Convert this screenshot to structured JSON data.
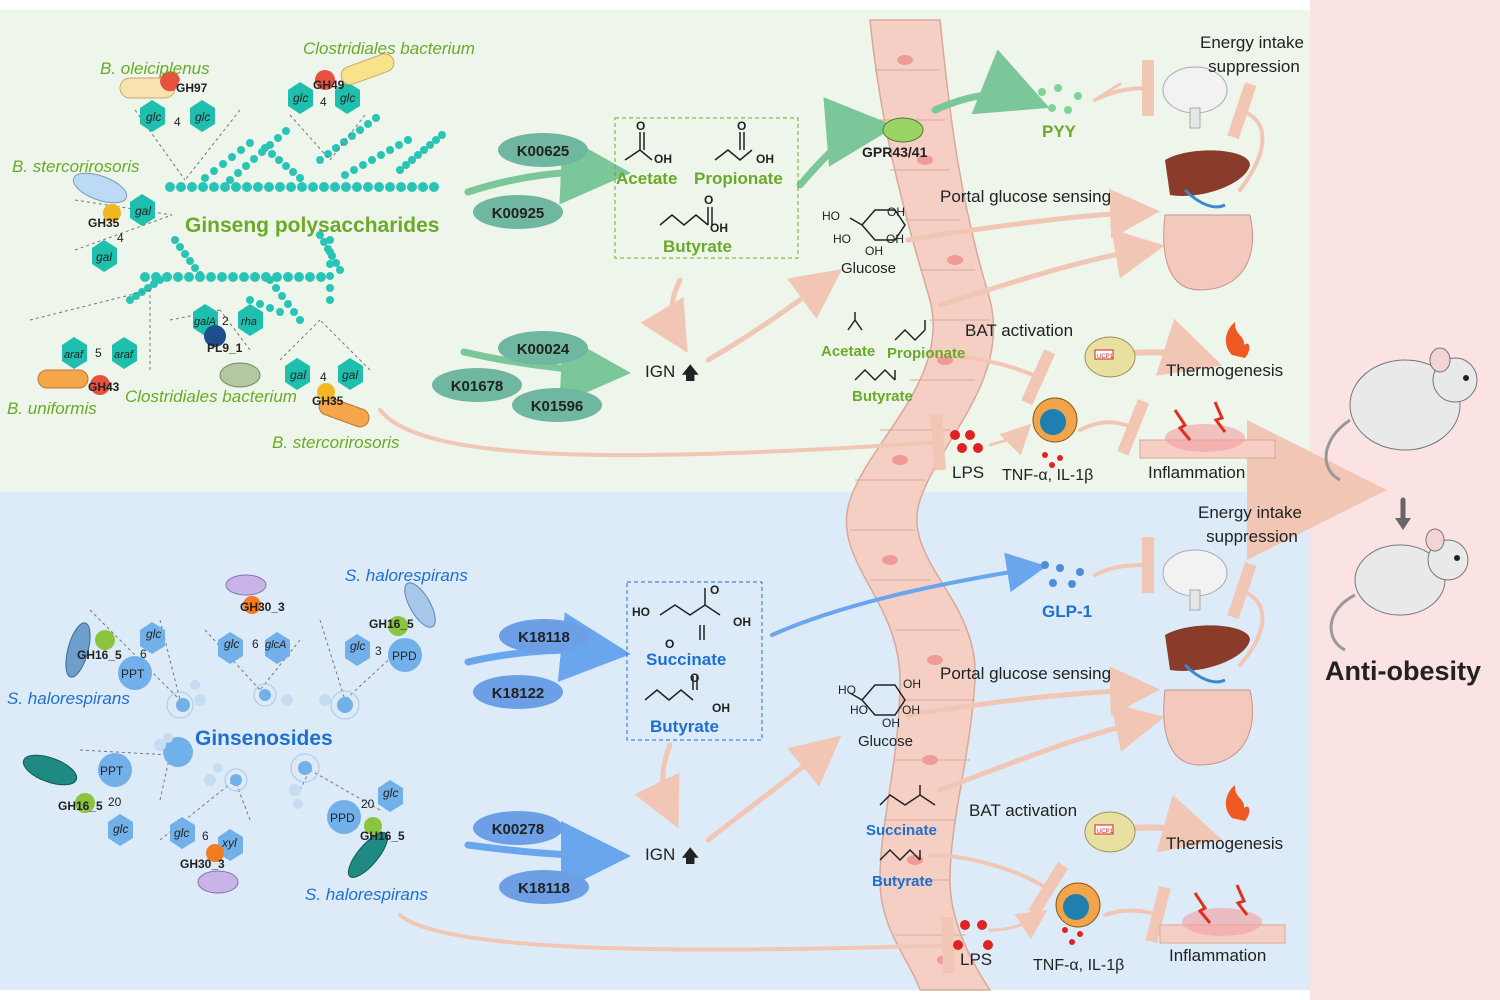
{
  "top": {
    "bacteria": [
      "B.  oleiciplenus",
      "Clostridiales bacterium",
      "B.  stercorirosoris",
      "B. uniformis",
      "Clostridiales bacterium",
      "B.  stercorirosoris"
    ],
    "enzymes": [
      "GH97",
      "GH49",
      "GH35",
      "GH43",
      "PL9_1",
      "GH35"
    ],
    "sugars": {
      "s1": [
        "glc",
        "4",
        "glc"
      ],
      "s2": [
        "glc",
        "4",
        "glc"
      ],
      "s3": [
        "gal",
        "4",
        "gal"
      ],
      "s4": [
        "araf",
        "5",
        "araf"
      ],
      "s5": [
        "galA",
        "2",
        "rha"
      ],
      "s6": [
        "gal",
        "4",
        "gal"
      ]
    },
    "substrate": "Ginseng polysaccharides",
    "kos_scfa": [
      "K00625",
      "K00925"
    ],
    "kos_ign": [
      "K00024",
      "K01678",
      "K01596"
    ],
    "scfa": [
      "Acetate",
      "Propionate",
      "Butyrate"
    ],
    "ign": "IGN",
    "receptor": "GPR43/41",
    "hormone": "PYY",
    "glucose": "Glucose",
    "wall_scfa": [
      "Acetate",
      "Propionate",
      "Butyrate"
    ],
    "lps": "LPS",
    "cytokines": "TNF-α, IL-1β"
  },
  "bottom": {
    "bacteria": [
      "S. halorespirans",
      "S. halorespirans",
      "S. halorespirans"
    ],
    "enzymes": [
      "GH30_3",
      "GH16_5",
      "GH16_5",
      "GH16_5",
      "GH30_3",
      "GH16_5"
    ],
    "substrate": "Ginsenosides",
    "labels": {
      "g1": [
        "glc",
        "6",
        "glcA"
      ],
      "g2": [
        "glc",
        "3",
        "PPD"
      ],
      "g3": [
        "glc",
        "6",
        "PPT"
      ],
      "g4": [
        "PPT",
        "20",
        "glc"
      ],
      "g5": [
        "glc",
        "6",
        "xyl"
      ],
      "g6": [
        "glc",
        "20",
        "PPD"
      ]
    },
    "kos_scfa": [
      "K18118",
      "K18122"
    ],
    "kos_ign": [
      "K00278",
      "K18118"
    ],
    "metabolites": [
      "Succinate",
      "Butyrate"
    ],
    "ign": "IGN",
    "hormone": "GLP-1",
    "glucose": "Glucose",
    "wall_metabolites": [
      "Succinate",
      "Butyrate"
    ],
    "lps": "LPS",
    "cytokines": "TNF-α, IL-1β"
  },
  "outcomes": {
    "energy": [
      "Energy intake",
      "suppression"
    ],
    "portal": "Portal glucose sensing",
    "bat": "BAT activation",
    "ucp": "UCP1",
    "thermo": "Thermogenesis",
    "inflammation": "Inflammation"
  },
  "result": "Anti-obesity",
  "chem": {
    "oh": "OH",
    "ho": "HO",
    "o": "O"
  },
  "colors": {
    "top_bg": "#eef5ea",
    "bottom_bg": "#dcebf7",
    "right_bg": "#fbe3e3",
    "green_ko": "#6fb7a0",
    "blue_ko": "#6d9fe6",
    "teal": "#1fbfae",
    "blue_dot": "#72b0ea"
  }
}
